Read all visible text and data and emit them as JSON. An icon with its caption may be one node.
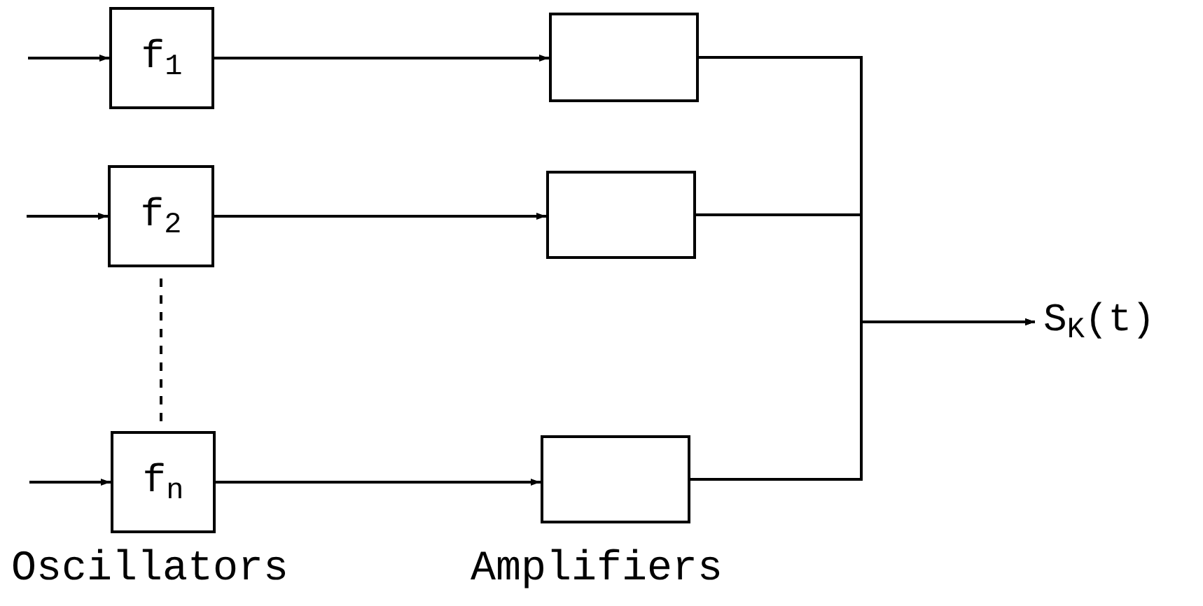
{
  "diagram": {
    "nodes": [
      {
        "text": [
          "f$_{1}$"
        ]
      },
      {
        "text": [
          "f$_{2}$"
        ]
      },
      {
        "text": [
          "f$_{n}$"
        ]
      },
      {
        "text": [],
        "shape": "box"
      },
      {
        "text": [],
        "shape": "box"
      },
      {
        "text": [],
        "shape": "box"
      },
      {
        "text": [
          "S$_{K}$(t)"
        ]
      }
    ],
    "edges": [
      {
        "from": null,
        "to": 0,
        "arrow": "to"
      },
      {
        "from": null,
        "to": 1,
        "arrow": "to"
      },
      {
        "from": null,
        "to": 2,
        "arrow": "to"
      },
      {
        "from": 0,
        "to": 3,
        "arrow": "to"
      },
      {
        "from": 1,
        "to": 4,
        "arrow": "to"
      },
      {
        "from": 2,
        "to": 5,
        "arrow": "to"
      },
      {
        "from": 1,
        "to": 2,
        "arrow": "none",
        "style": "dashed"
      },
      {
        "from": 3,
        "to": 6,
        "arrow": "to"
      },
      {
        "from": 4,
        "to": 6,
        "arrow": "to"
      },
      {
        "from": 5,
        "to": 6,
        "arrow": "to"
      }
    ],
    "labels": [
      "Oscillators",
      "Amplifiers"
    ]
  }
}
